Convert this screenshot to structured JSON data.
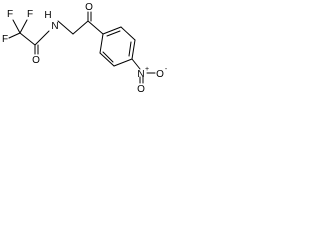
{
  "structure": {
    "atoms": {
      "fluorine_top_left": "F",
      "fluorine_top_right": "F",
      "fluorine_left": "F",
      "amide_oxygen": "O",
      "amide_nitrogen": "N",
      "amide_hydrogen": "H",
      "ketone_oxygen": "O",
      "nitro_nitrogen": "N",
      "nitro_charge_plus": "+",
      "nitro_oxygen_down": "O",
      "nitro_charge_minus": "-",
      "nitro_oxygen_right": "O"
    },
    "colors": {
      "ink": "#000000",
      "background": "#ffffff"
    }
  }
}
